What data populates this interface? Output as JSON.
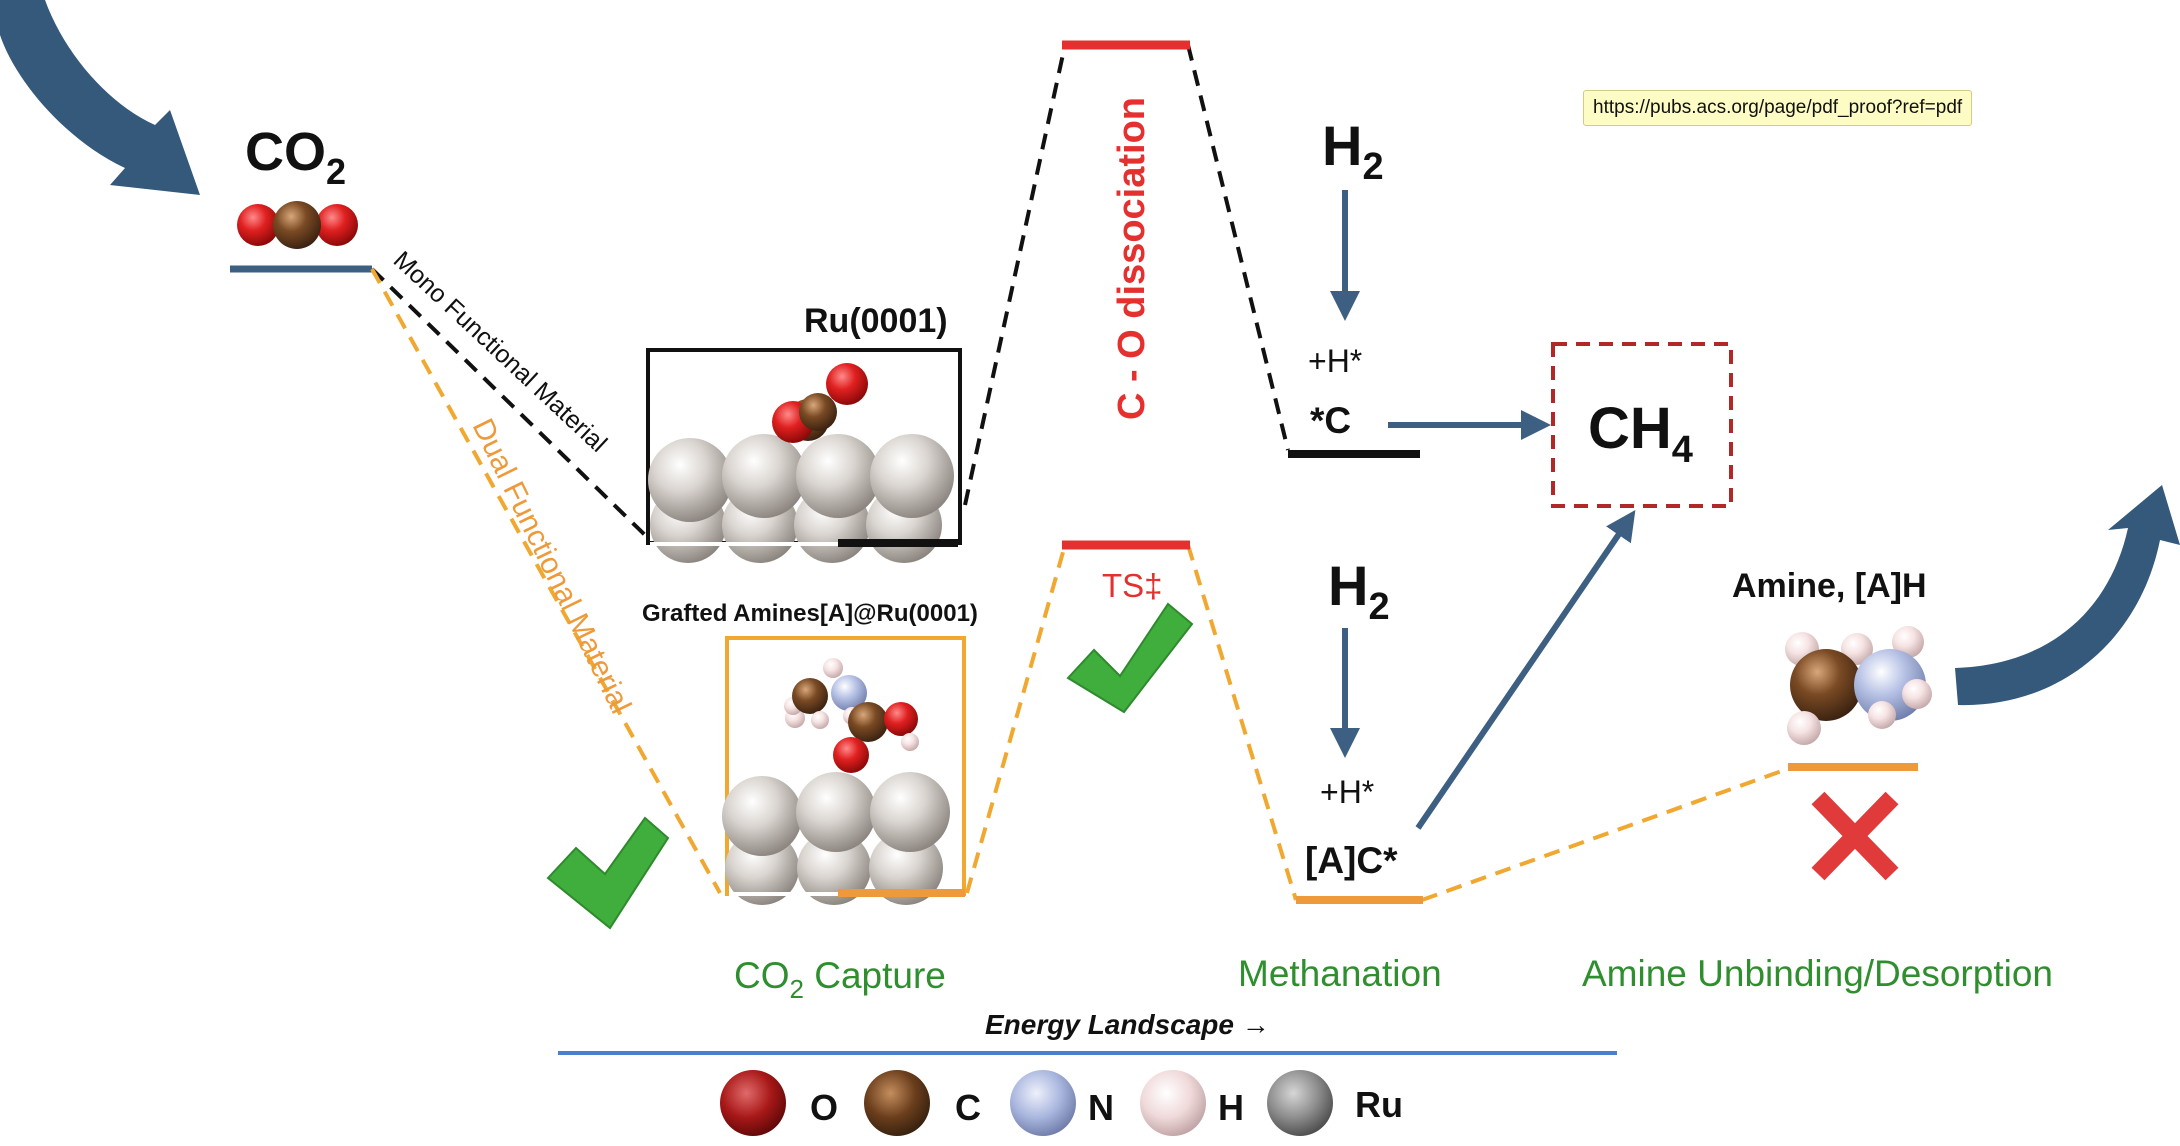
{
  "tooltip": {
    "url": "https://pubs.acs.org/page/pdf_proof?ref=pdf"
  },
  "labels": {
    "co2_main": "CO",
    "co2_sub": "2",
    "mono_path": "Mono Functional Material",
    "dual_path": "Dual Functional Material",
    "ru_surface": "Ru(0001)",
    "grafted_surface": "Grafted Amines[A]@Ru(0001)",
    "dissociation": "C - O dissociation",
    "ts": "TS‡",
    "h2_main": "H",
    "h2_sub": "2",
    "plus_h": "+H*",
    "star_c": "*C",
    "ac_star": "[A]C*",
    "ch4_main": "CH",
    "ch4_sub": "4",
    "amine": "Amine, [A]H"
  },
  "stages": {
    "capture_main": "CO",
    "capture_sub": "2",
    "capture_rest": " Capture",
    "methanation": "Methanation",
    "unbinding": "Amine Unbinding/Desorption",
    "axis": "Energy Landscape →"
  },
  "legend": [
    {
      "symbol": "O",
      "color": "#a81818"
    },
    {
      "symbol": "C",
      "color": "#6b3e1c"
    },
    {
      "symbol": "N",
      "color": "#a9b6de"
    },
    {
      "symbol": "H",
      "color": "#f0d9da"
    },
    {
      "symbol": "Ru",
      "color": "#8e8e8e"
    }
  ],
  "colors": {
    "mono": "#111111",
    "dual": "#f0a830",
    "transition_state": "#e53030",
    "stage_text": "#2f8f2f",
    "arrow": "#3c5f82",
    "check": "#3fae3c",
    "cross": "#e03a3a"
  }
}
